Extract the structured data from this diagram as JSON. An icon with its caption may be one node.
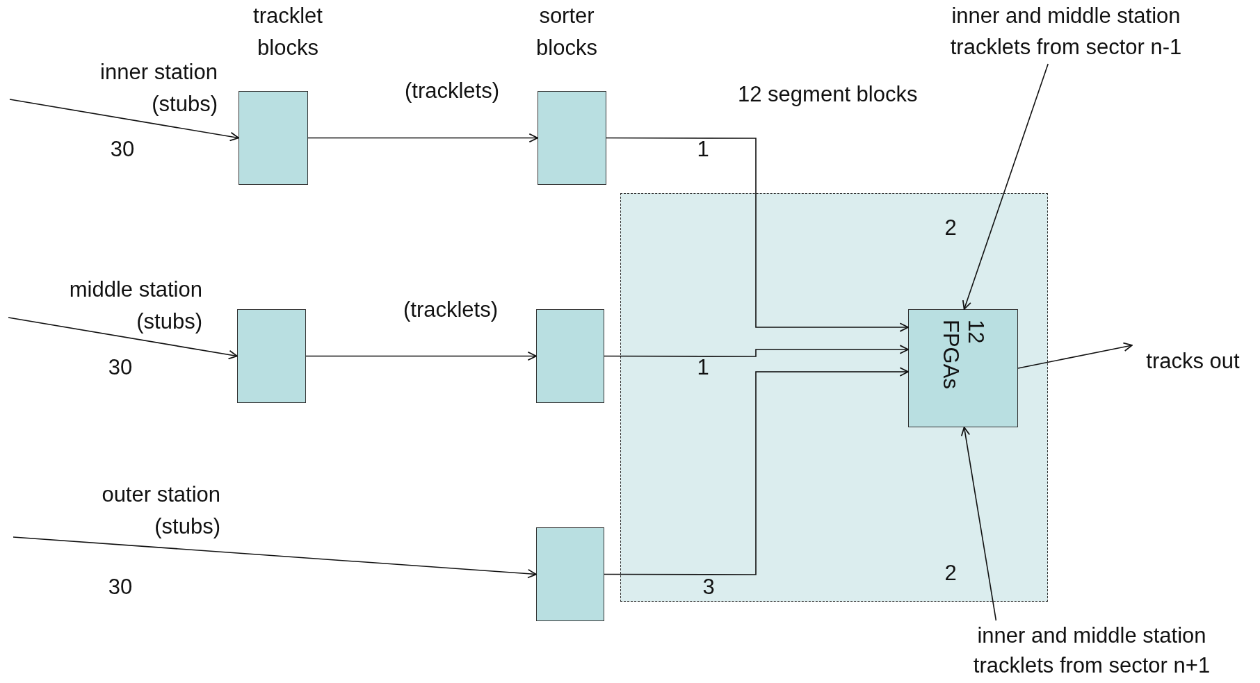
{
  "diagram": {
    "nodes": [
      {
        "text": [],
        "shape": "box"
      },
      {
        "text": [],
        "shape": "box"
      },
      {
        "text": [],
        "shape": "box"
      },
      {
        "text": [],
        "shape": "box"
      },
      {
        "text": [],
        "shape": "box"
      },
      {
        "text": [],
        "shape": "box"
      },
      {
        "text": [
          "12 FPGAs"
        ],
        "in": 5
      },
      {
        "text": [
          "tracks out"
        ]
      },
      {
        "text": [
          "inner and middle station tracklets from sector n-1"
        ]
      },
      {
        "text": [
          "inner and middle station tracklets from sector n+1"
        ]
      }
    ],
    "edges": [
      {
        "from": null,
        "to": 0,
        "arrow": "to",
        "label": "30"
      },
      {
        "from": 0,
        "to": 1,
        "arrow": "to",
        "label": "(tracklets)"
      },
      {
        "from": null,
        "to": 2,
        "arrow": "to",
        "label": "30"
      },
      {
        "from": 2,
        "to": 3,
        "arrow": "to",
        "label": "(tracklets)"
      },
      {
        "from": null,
        "to": 4,
        "arrow": "to",
        "label": "30"
      },
      {
        "from": 1,
        "to": 6,
        "arrow": "to",
        "label": "1"
      },
      {
        "from": 3,
        "to": 6,
        "arrow": "to",
        "label": "1"
      },
      {
        "from": 4,
        "to": 6,
        "arrow": "to",
        "label": "3"
      },
      {
        "from": 8,
        "to": 6,
        "arrow": "to",
        "label": "2"
      },
      {
        "from": 9,
        "to": 6,
        "arrow": "to",
        "label": "2"
      },
      {
        "from": 6,
        "to": 7,
        "arrow": "to"
      }
    ],
    "labels": [
      "tracklet blocks",
      "sorter blocks",
      "inner station (stubs)",
      "12 segment blocks",
      "middle station (stubs)",
      "outer station (stubs)"
    ]
  }
}
